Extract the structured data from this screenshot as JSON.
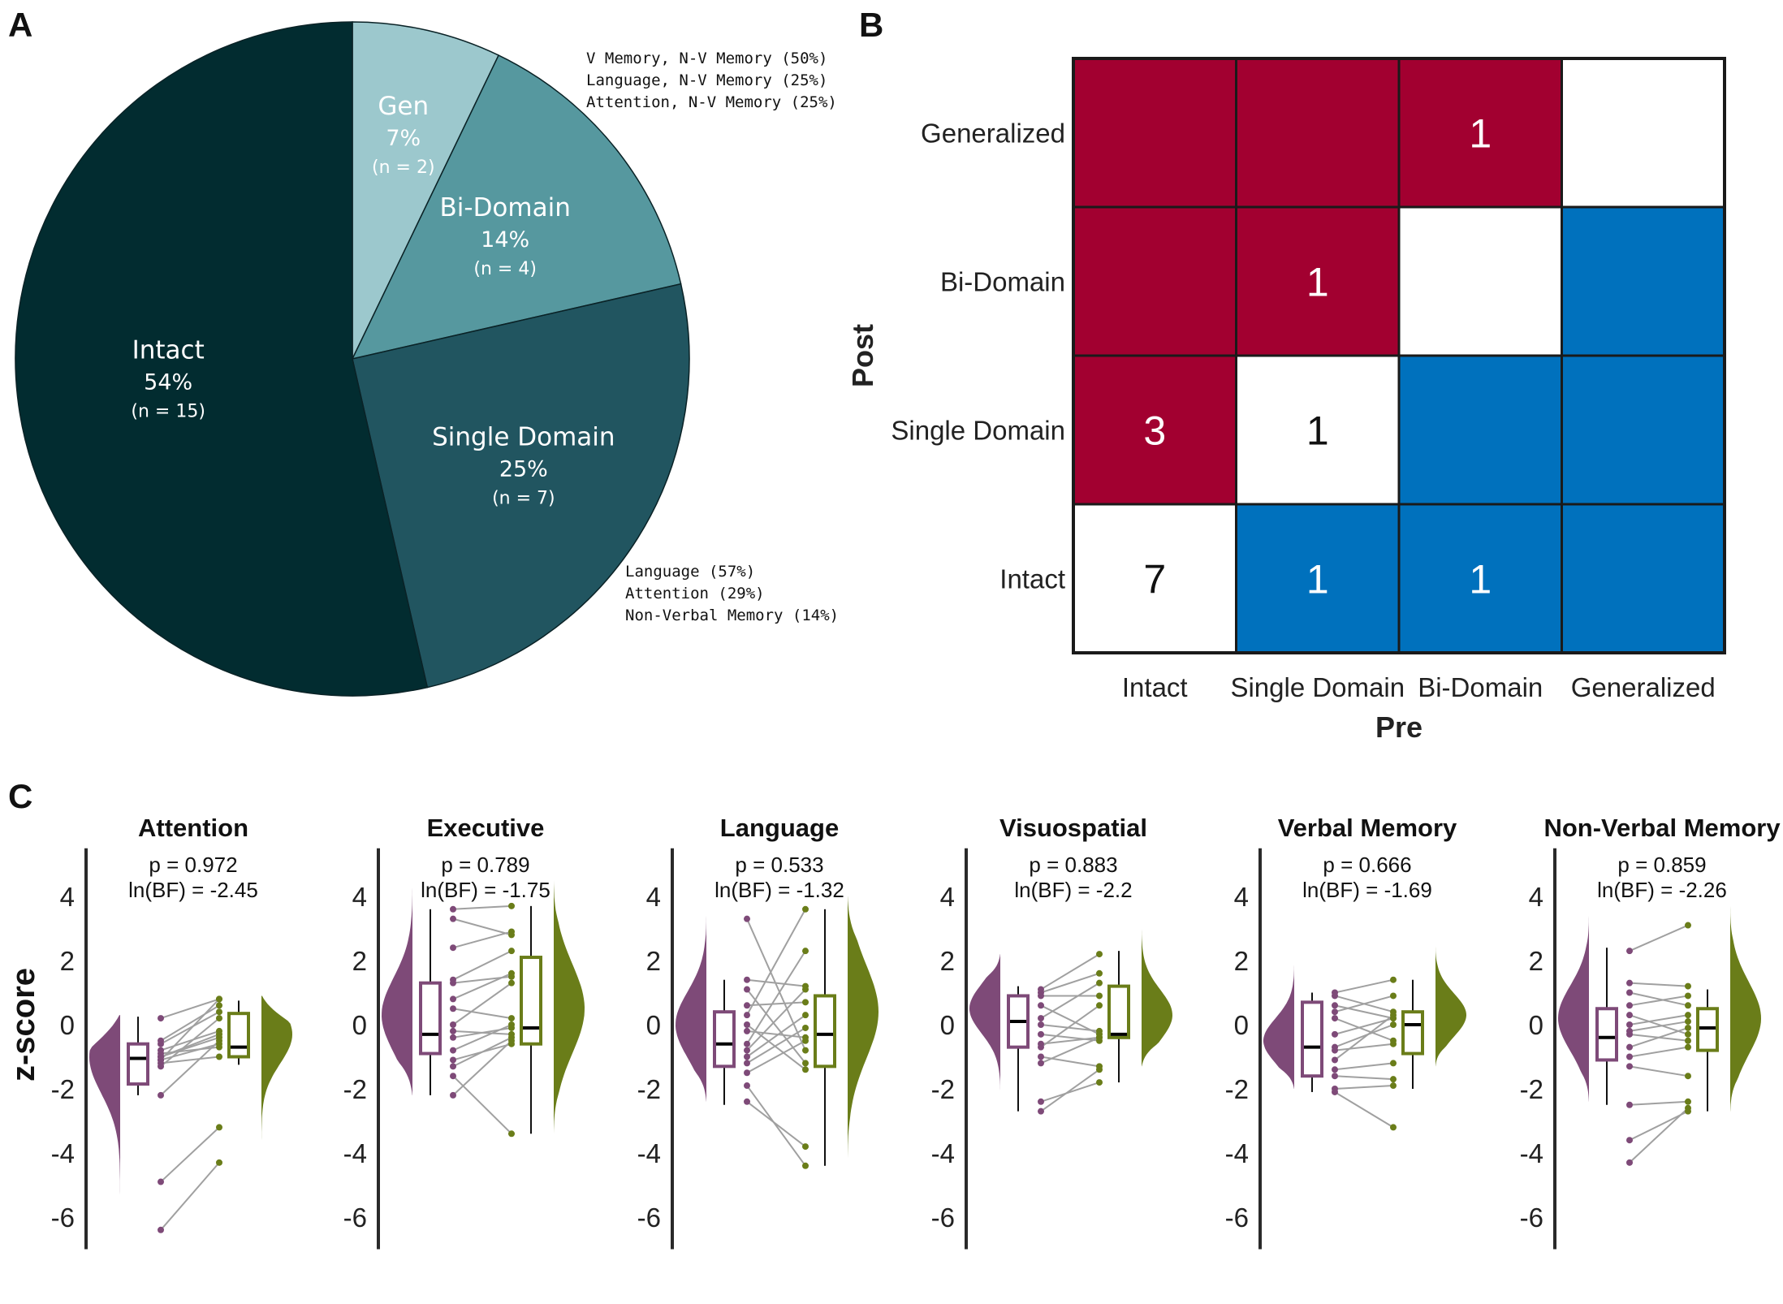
{
  "panels": {
    "a": "A",
    "b": "B",
    "c": "C"
  },
  "chart_data": [
    {
      "type": "pie",
      "panel": "A",
      "slices": [
        {
          "label": "Gen",
          "percent": "7%",
          "n_label": "(n = 2)",
          "value": 2,
          "color": "#9cc8cd",
          "text_color": "#ffffff"
        },
        {
          "label": "Bi-Domain",
          "percent": "14%",
          "n_label": "(n = 4)",
          "value": 4,
          "color": "#56989f",
          "text_color": "#ffffff"
        },
        {
          "label": "Single Domain",
          "percent": "25%",
          "n_label": "(n = 7)",
          "value": 7,
          "color": "#215560",
          "text_color": "#ffffff"
        },
        {
          "label": "Intact",
          "percent": "54%",
          "n_label": "(n = 15)",
          "value": 15,
          "color": "#022c30",
          "text_color": "#ffffff"
        }
      ],
      "annotations": {
        "bi_domain": [
          "V Memory, N-V Memory (50%)",
          "Language, N-V Memory (25%)",
          "Attention, N-V Memory (25%)"
        ],
        "single_domain": [
          "Language (57%)",
          "Attention (29%)",
          "Non-Verbal Memory (14%)"
        ]
      }
    },
    {
      "type": "heatmap",
      "panel": "B",
      "xlabel": "Pre",
      "ylabel": "Post",
      "x_categories": [
        "Intact",
        "Single Domain",
        "Bi-Domain",
        "Generalized"
      ],
      "y_categories": [
        "Generalized",
        "Bi-Domain",
        "Single Domain",
        "Intact"
      ],
      "cells": [
        [
          "worse",
          "worse",
          "worse",
          "same"
        ],
        [
          "worse",
          "worse",
          "same",
          "better"
        ],
        [
          "worse",
          "same",
          "better",
          "better"
        ],
        [
          "same",
          "better",
          "better",
          "better"
        ]
      ],
      "values": [
        [
          "",
          "",
          "1",
          ""
        ],
        [
          "",
          "1",
          "",
          ""
        ],
        [
          "3",
          "1",
          "",
          ""
        ],
        [
          "7",
          "1",
          "1",
          ""
        ]
      ],
      "colors": {
        "worse": "#a20030",
        "better": "#0071bd",
        "same": "#ffffff"
      }
    },
    {
      "type": "raincloud",
      "panel": "C",
      "ylabel": "z-score",
      "ylim": [
        -7,
        5
      ],
      "yticks": [
        "4",
        "2",
        "0",
        "-2",
        "-4",
        "-6"
      ],
      "ytick_values": [
        4,
        2,
        0,
        -2,
        -4,
        -6
      ],
      "colors": {
        "pre": "#7e4a78",
        "post": "#6a7d19",
        "line": "#a0a0a0"
      },
      "domains": [
        {
          "name": "Attention",
          "p": "p = 0.972",
          "bf": "ln(BF) = -2.45",
          "pre_box": {
            "whisker_low": -2.2,
            "q1": -1.85,
            "median": -1.05,
            "q3": -0.6,
            "whisker_high": 0.25
          },
          "post_box": {
            "whisker_low": -1.25,
            "q1": -1.0,
            "median": -0.7,
            "q3": 0.35,
            "whisker_high": 0.75
          },
          "pre_violin": {
            "low": -6.3,
            "high": 0.3,
            "mode": -1.0
          },
          "post_violin": {
            "low": -4.3,
            "high": 0.9,
            "mode": -0.3
          },
          "pairs": [
            [
              0.2,
              0.8
            ],
            [
              -0.5,
              0.6
            ],
            [
              -0.6,
              0.4
            ],
            [
              -0.8,
              -0.2
            ],
            [
              -1.0,
              -0.3
            ],
            [
              -1.1,
              -0.6
            ],
            [
              -1.2,
              -1.0
            ],
            [
              -1.3,
              0.2
            ],
            [
              -2.2,
              -0.5
            ],
            [
              -4.9,
              -3.2
            ],
            [
              -6.4,
              -4.3
            ],
            [
              -1.1,
              0.8
            ],
            [
              -0.9,
              -0.7
            ],
            [
              -1.0,
              -0.4
            ]
          ]
        },
        {
          "name": "Executive",
          "p": "p = 0.789",
          "bf": "ln(BF) = -1.75",
          "pre_box": {
            "whisker_low": -2.2,
            "q1": -0.9,
            "median": -0.3,
            "q3": 1.3,
            "whisker_high": 3.6
          },
          "post_box": {
            "whisker_low": -3.4,
            "q1": -0.6,
            "median": -0.1,
            "q3": 2.1,
            "whisker_high": 3.7
          },
          "pre_violin": {
            "low": -2.2,
            "high": 4.5,
            "mode": 0.3
          },
          "post_violin": {
            "low": -3.4,
            "high": 4.5,
            "mode": 0.5
          },
          "pairs": [
            [
              3.6,
              3.7
            ],
            [
              3.3,
              2.8
            ],
            [
              2.4,
              2.9
            ],
            [
              1.4,
              2.3
            ],
            [
              1.3,
              1.5
            ],
            [
              0.8,
              1.6
            ],
            [
              0.5,
              0.2
            ],
            [
              -0.2,
              -0.3
            ],
            [
              -0.4,
              -0.1
            ],
            [
              -0.8,
              0.0
            ],
            [
              -1.1,
              -0.6
            ],
            [
              -1.3,
              -0.4
            ],
            [
              -2.2,
              -0.5
            ],
            [
              -1.6,
              -3.4
            ],
            [
              0.0,
              1.3
            ]
          ]
        },
        {
          "name": "Language",
          "p": "p = 0.533",
          "bf": "ln(BF) = -1.32",
          "pre_box": {
            "whisker_low": -2.5,
            "q1": -1.3,
            "median": -0.6,
            "q3": 0.4,
            "whisker_high": 1.4
          },
          "post_box": {
            "whisker_low": -4.4,
            "q1": -1.3,
            "median": -0.3,
            "q3": 0.9,
            "whisker_high": 3.6
          },
          "pre_violin": {
            "low": -2.4,
            "high": 3.5,
            "mode": 0.0
          },
          "post_violin": {
            "low": -4.3,
            "high": 4.0,
            "mode": 0.4
          },
          "pairs": [
            [
              3.3,
              -0.8
            ],
            [
              1.4,
              1.2
            ],
            [
              1.1,
              -1.2
            ],
            [
              0.6,
              0.7
            ],
            [
              0.3,
              3.6
            ],
            [
              0.0,
              -1.4
            ],
            [
              -0.2,
              -0.4
            ],
            [
              -0.6,
              2.3
            ],
            [
              -1.0,
              0.3
            ],
            [
              -1.2,
              -0.1
            ],
            [
              -1.5,
              -0.5
            ],
            [
              -1.9,
              -4.4
            ],
            [
              -2.4,
              -3.8
            ],
            [
              -0.8,
              1.1
            ]
          ]
        },
        {
          "name": "Visuospatial",
          "p": "p = 0.883",
          "bf": "ln(BF) = -2.2",
          "pre_box": {
            "whisker_low": -2.7,
            "q1": -0.7,
            "median": 0.1,
            "q3": 0.9,
            "whisker_high": 1.2
          },
          "post_box": {
            "whisker_low": -1.8,
            "q1": -0.4,
            "median": -0.3,
            "q3": 1.2,
            "whisker_high": 2.3
          },
          "pre_violin": {
            "low": -2.2,
            "high": 2.2,
            "mode": 0.5
          },
          "post_violin": {
            "low": -1.3,
            "high": 3.2,
            "mode": 0.3
          },
          "pairs": [
            [
              1.1,
              2.2
            ],
            [
              1.0,
              1.6
            ],
            [
              0.9,
              0.9
            ],
            [
              0.6,
              -0.3
            ],
            [
              0.2,
              1.3
            ],
            [
              0.0,
              -0.2
            ],
            [
              -0.3,
              -0.5
            ],
            [
              -0.6,
              -0.4
            ],
            [
              -1.0,
              -1.3
            ],
            [
              -1.2,
              -0.4
            ],
            [
              -2.4,
              -1.8
            ],
            [
              -2.7,
              -1.4
            ],
            [
              -0.7,
              0.6
            ]
          ]
        },
        {
          "name": "Verbal Memory",
          "p": "p = 0.666",
          "bf": "ln(BF) = -1.69",
          "pre_box": {
            "whisker_low": -2.1,
            "q1": -1.6,
            "median": -0.7,
            "q3": 0.7,
            "whisker_high": 1.0
          },
          "post_box": {
            "whisker_low": -2.0,
            "q1": -0.9,
            "median": 0.0,
            "q3": 0.4,
            "whisker_high": 1.4
          },
          "pre_violin": {
            "low": -2.0,
            "high": 2.0,
            "mode": -0.5
          },
          "post_violin": {
            "low": -1.3,
            "high": 2.5,
            "mode": 0.3
          },
          "pairs": [
            [
              1.0,
              1.4
            ],
            [
              0.9,
              0.4
            ],
            [
              0.6,
              0.2
            ],
            [
              0.4,
              0.9
            ],
            [
              0.2,
              -0.5
            ],
            [
              -0.3,
              0.2
            ],
            [
              -0.8,
              -0.6
            ],
            [
              -1.1,
              0.3
            ],
            [
              -1.4,
              -1.2
            ],
            [
              -1.6,
              -1.7
            ],
            [
              -2.0,
              -1.9
            ],
            [
              -2.1,
              -3.2
            ],
            [
              -0.7,
              0.0
            ]
          ]
        },
        {
          "name": "Non-Verbal Memory",
          "p": "p = 0.859",
          "bf": "ln(BF) = -2.26",
          "pre_box": {
            "whisker_low": -2.5,
            "q1": -1.1,
            "median": -0.4,
            "q3": 0.5,
            "whisker_high": 2.4
          },
          "post_box": {
            "whisker_low": -2.7,
            "q1": -0.8,
            "median": -0.1,
            "q3": 0.5,
            "whisker_high": 1.1
          },
          "pre_violin": {
            "low": -2.4,
            "high": 3.4,
            "mode": 0.2
          },
          "post_violin": {
            "low": -2.7,
            "high": 3.7,
            "mode": 0.2
          },
          "pairs": [
            [
              2.3,
              3.1
            ],
            [
              1.3,
              1.2
            ],
            [
              1.0,
              0.6
            ],
            [
              0.6,
              0.9
            ],
            [
              0.3,
              -0.3
            ],
            [
              0.0,
              0.3
            ],
            [
              -0.3,
              -0.5
            ],
            [
              -0.7,
              -0.1
            ],
            [
              -1.0,
              -0.7
            ],
            [
              -1.3,
              -1.6
            ],
            [
              -2.5,
              -2.4
            ],
            [
              -3.6,
              -2.7
            ],
            [
              -4.3,
              -2.6
            ],
            [
              -0.2,
              0.1
            ]
          ]
        }
      ]
    }
  ]
}
